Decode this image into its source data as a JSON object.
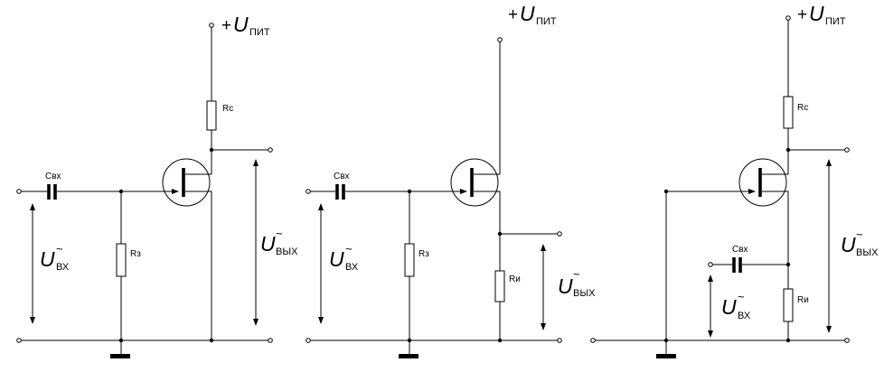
{
  "supply": {
    "plus": "+",
    "u": "U",
    "sub": "ПИТ"
  },
  "u_in": {
    "u": "U",
    "tilde": "~",
    "sub": "ВХ"
  },
  "u_out": {
    "u": "U",
    "tilde": "~",
    "sub": "ВЫХ"
  },
  "components": {
    "input_cap": "Свх",
    "gate_resistor": "Rз",
    "drain_resistor": "Rс",
    "source_resistor": "Rи"
  }
}
